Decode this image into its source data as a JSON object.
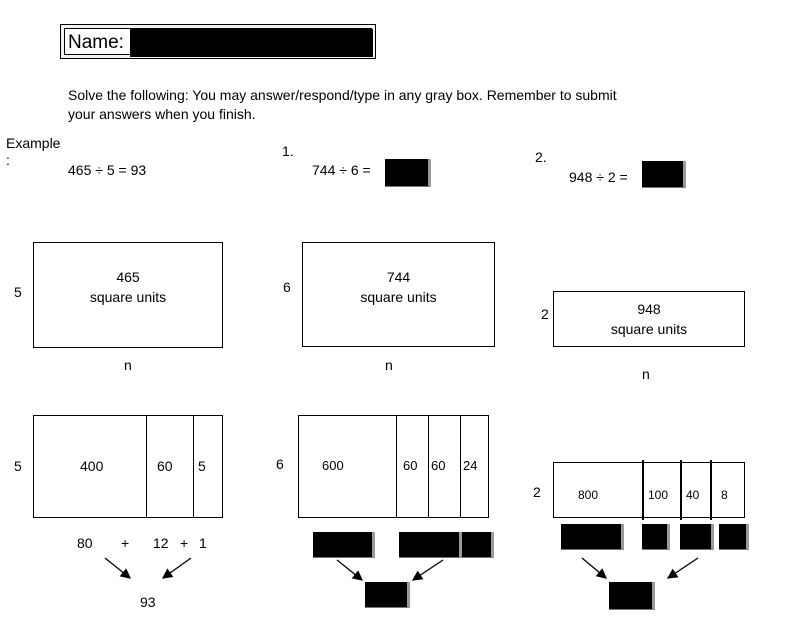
{
  "header": {
    "name_label": "Name:"
  },
  "instructions": {
    "line1": "Solve the following:  You may answer/respond/type in any gray box.  Remember to submit",
    "line2": "your answers when you finish."
  },
  "example": {
    "label": "Example",
    "colon": ":",
    "equation": "465 ÷ 5 =  93",
    "side": "5",
    "area_value": "465",
    "area_units": "square units",
    "n": "n",
    "split_side": "5",
    "parts": [
      "400",
      "60",
      "5"
    ],
    "sum": {
      "a": "80",
      "plus1": "+",
      "b": "12",
      "plus2": "+",
      "c": "1"
    },
    "result": "93"
  },
  "problem1": {
    "number": "1.",
    "equation": "744 ÷ 6 =",
    "side": "6",
    "area_value": "744",
    "area_units": "square units",
    "n": "n",
    "split_side": "6",
    "parts": [
      "600",
      "60",
      "60",
      "24"
    ]
  },
  "problem2": {
    "number": "2.",
    "equation": "948 ÷ 2 =",
    "side": "2",
    "area_value": "948",
    "area_units": "square units",
    "n": "n",
    "split_side": "2",
    "parts": [
      "800",
      "100",
      "40",
      "8"
    ]
  }
}
